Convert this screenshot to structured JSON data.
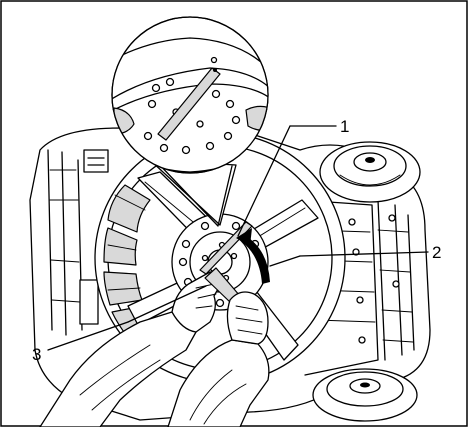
{
  "callouts": [
    {
      "id": "1",
      "label": "1"
    },
    {
      "id": "2",
      "label": "2"
    },
    {
      "id": "3",
      "label": "3"
    }
  ],
  "colors": {
    "line": "#000000",
    "background": "#ffffff",
    "shade": "#d9d9d9"
  },
  "icons": [
    "rotation-arrow-icon"
  ]
}
